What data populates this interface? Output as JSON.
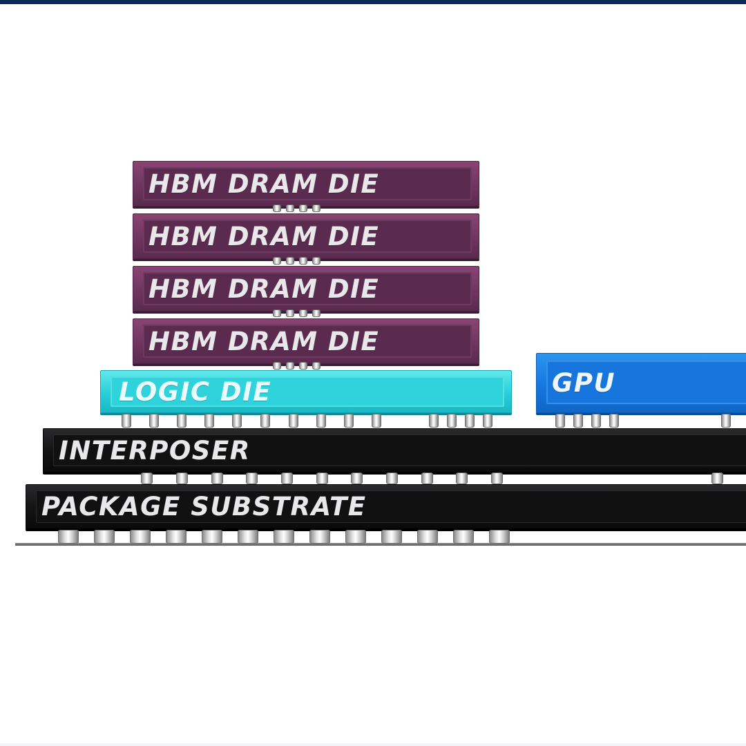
{
  "diagram": {
    "hbm_stack": [
      {
        "label": "HBM DRAM DIE"
      },
      {
        "label": "HBM DRAM DIE"
      },
      {
        "label": "HBM DRAM DIE"
      },
      {
        "label": "HBM DRAM DIE"
      }
    ],
    "logic_die": {
      "label": "LOGIC DIE"
    },
    "gpu": {
      "label": "GPU"
    },
    "interposer": {
      "label": "INTERPOSER"
    },
    "package_substrate": {
      "label": "PACKAGE SUBSTRATE"
    },
    "colors": {
      "hbm": "#6f3560",
      "logic": "#28cfd8",
      "gpu": "#1478e0",
      "interposer": "#141415",
      "substrate": "#141415",
      "header_bar": "#0b2a55"
    }
  }
}
